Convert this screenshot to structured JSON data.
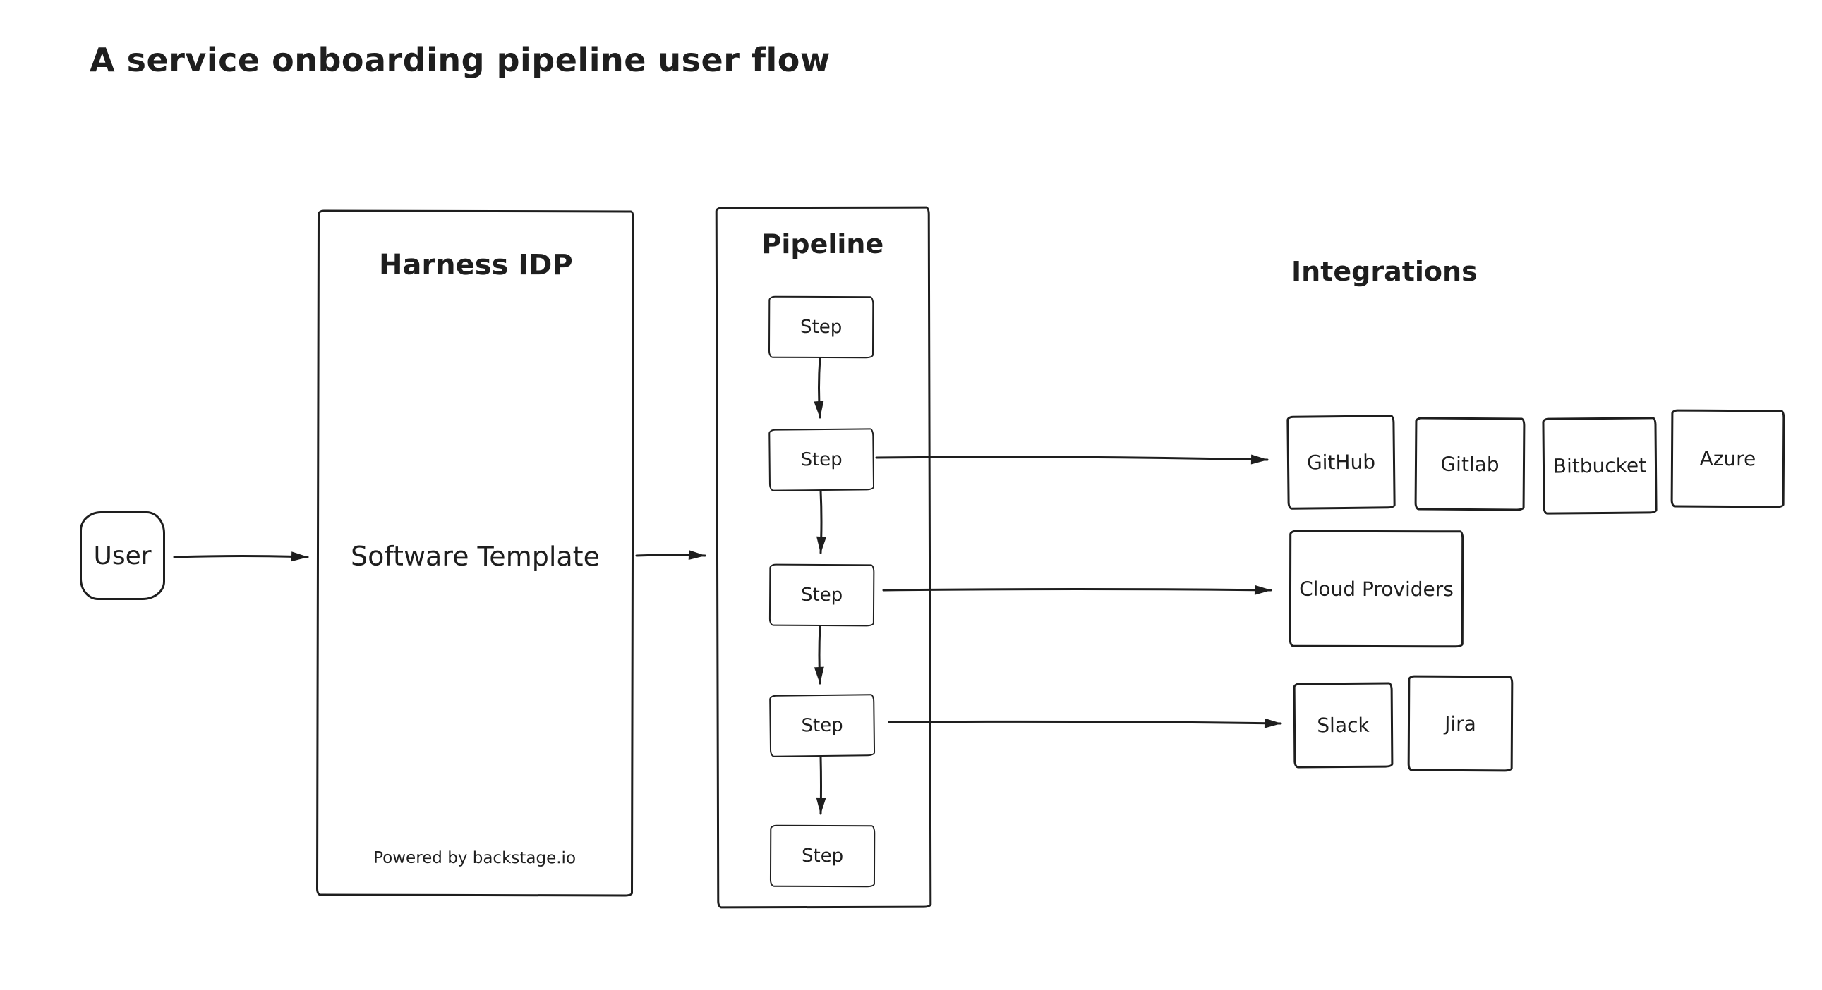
{
  "title": "A service onboarding pipeline user flow",
  "colors": {
    "ink": "#1e1e1e",
    "background": "#ffffff"
  },
  "nodes": {
    "user": {
      "label": "User"
    },
    "harness": {
      "title": "Harness IDP",
      "center_label": "Software Template",
      "footer": "Powered by backstage.io"
    },
    "pipeline": {
      "title": "Pipeline",
      "steps": [
        "Step",
        "Step",
        "Step",
        "Step",
        "Step"
      ]
    },
    "integrations": {
      "title": "Integrations",
      "row1": [
        "GitHub",
        "Gitlab",
        "Bitbucket",
        "Azure"
      ],
      "row2": [
        "Cloud Providers"
      ],
      "row3": [
        "Slack",
        "Jira"
      ]
    }
  },
  "edges": [
    {
      "from": "user",
      "to": "software-template"
    },
    {
      "from": "software-template",
      "to": "pipeline"
    },
    {
      "from": "step-1",
      "to": "step-2"
    },
    {
      "from": "step-2",
      "to": "step-3"
    },
    {
      "from": "step-3",
      "to": "step-4"
    },
    {
      "from": "step-4",
      "to": "step-5"
    },
    {
      "from": "step-2",
      "to": "source-control-row"
    },
    {
      "from": "step-3",
      "to": "cloud-providers"
    },
    {
      "from": "step-4",
      "to": "messaging-row"
    }
  ]
}
